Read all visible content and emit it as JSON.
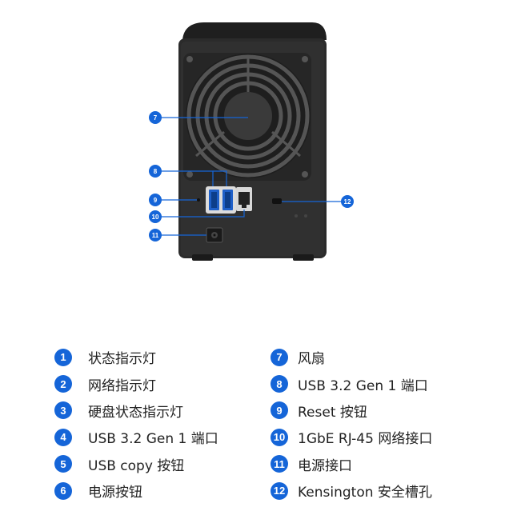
{
  "callouts": [
    {
      "number": "7"
    },
    {
      "number": "8"
    },
    {
      "number": "9"
    },
    {
      "number": "10"
    },
    {
      "number": "11"
    },
    {
      "number": "12"
    }
  ],
  "legend": {
    "left": [
      {
        "number": "1",
        "label": "状态指示灯"
      },
      {
        "number": "2",
        "label": "网络指示灯"
      },
      {
        "number": "3",
        "label": "硬盘状态指示灯"
      },
      {
        "number": "4",
        "label": "USB 3.2 Gen 1 端口"
      },
      {
        "number": "5",
        "label": "USB copy 按钮"
      },
      {
        "number": "6",
        "label": "电源按钮"
      }
    ],
    "right": [
      {
        "number": "7",
        "label": "风扇"
      },
      {
        "number": "8",
        "label": "USB 3.2 Gen 1 端口"
      },
      {
        "number": "9",
        "label": "Reset 按钮"
      },
      {
        "number": "10",
        "label": "1GbE RJ-45 网络接口"
      },
      {
        "number": "11",
        "label": "电源接口"
      },
      {
        "number": "12",
        "label": "Kensington 安全槽孔"
      }
    ]
  },
  "colors": {
    "badge": "#1565d8",
    "device_body": "#2a2a2a",
    "callout_line": "#1565d8"
  }
}
